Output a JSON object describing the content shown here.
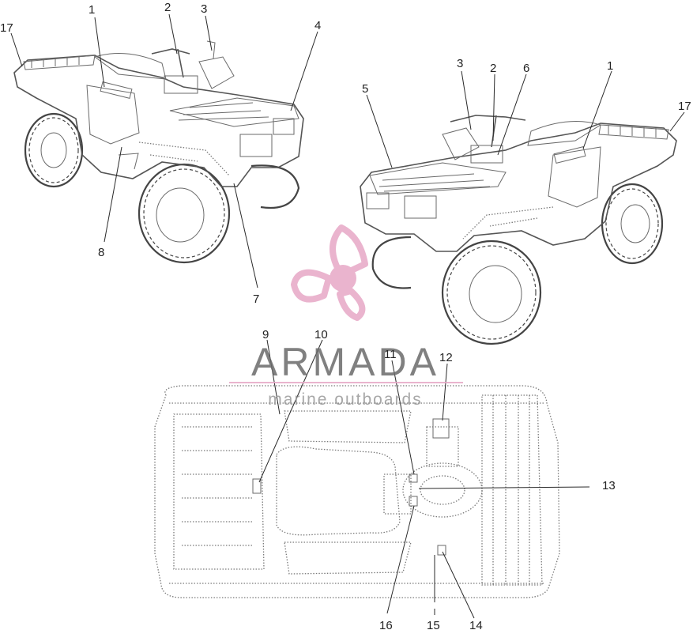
{
  "watermark": {
    "brand": "ARMADA",
    "tagline": "marine outboards",
    "text_color": "#6b6b6b",
    "accent_color": "#e7a7c6"
  },
  "callouts": {
    "c1": "1",
    "c2": "2",
    "c3": "3",
    "c4": "4",
    "c5": "5",
    "c6": "6",
    "c7": "7",
    "c8": "8",
    "c9": "9",
    "c10": "10",
    "c11": "11",
    "c12": "12",
    "c13": "13",
    "c14": "14",
    "c15": "15",
    "c16": "16",
    "c17": "17"
  }
}
